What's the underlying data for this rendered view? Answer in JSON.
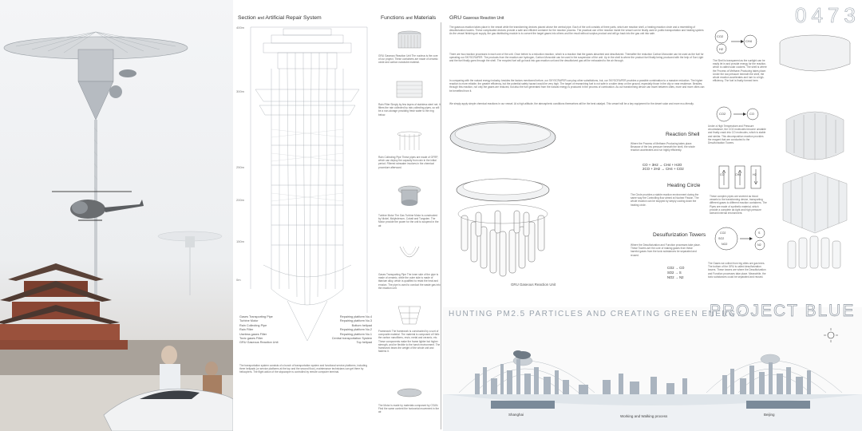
{
  "number": "0473",
  "section": {
    "title_pre": "Section",
    "title_and": "and",
    "title_post": "Artificial Repair System",
    "heights": [
      "400m",
      "300m",
      "250m",
      "200m",
      "150m",
      "0m"
    ]
  },
  "legend": {
    "left": [
      "Gases Transporting Pipe",
      "Turbine Motor",
      "Rain Collecting Pipe",
      "Rain Filter",
      "Useless gases Filter",
      "Toxic gases Filter",
      "GRU Gaseous Reaction Unit"
    ],
    "right": [
      "Repairing platform No.4",
      "Repairing platform No.3",
      "Bottom helipad",
      "Repairing platform No.2",
      "Repairing platform No.1",
      "Central transportation System",
      "Top helipad"
    ]
  },
  "section_text": "The transportation system consists of a bunch of transportation system and functional service platforms, including three helipads (or service platforms at the top and the second floor), maintenance technicians can get there by helicopters. The flight action of the skyscraper is controlled by remote computer terminal.",
  "functions": {
    "title_pre": "Functions",
    "title_and": "and",
    "title_post": "Materials",
    "items": [
      "GRU Gaseous Reaction Unit The nucleus is the core of our project. These containers are made of ceramic oxide and carbon nanotube material.",
      "Rain Filter Simply by few layers of stainless steel net. It filters the rain collected by rain-collecting pipes, so will be a non-storage providing fresh water to the ring below.",
      "Rain Collecting Pipe These pipes are made of GFRP, which can deploy the capacity from rain in the initial period. Filtered rainwater involves in the chemical procedure afterward.",
      "Turbine Motor The Gas Turbine Motor is constructed by Nickel, Molybdenum, Cobalt and Tungsten. The Motor provide the power for the unit to suspend in the air.",
      "Gases Transporting Pipe The inner side of the pipe is made of ceramic, while the outer side is made of titanium alloy, which is qualified to resist the heat and erosion. The pipe is used to conduct the waste gas into the reaction unit.",
      "Framework The framework is constructed by a sort of composite material. The material is composed of Helix the carbon nanofibers, resin, metal and ceramic, etc. These components make the frame lighter but higher strength, and be flexible to the harsh environment. The framework bears the weight of the whole unit and fastens it.",
      "The Motor is made by materials composed by CSUN. Find the same content the horizontal movement in the air."
    ]
  },
  "gru": {
    "title": "GRU",
    "title_post": "Gaseous Reaction Unit",
    "paragraphs": [
      "The gaseous reaction takes place in the vessel while the transforming devices placed above the central pipe. Each of the unit consists of three parts, which are reaction shell, a heating reaction circle and a resembling of desulfurization towers. These complicated devices provide a safe and efficient container for the reaction process. The practical use of the reaction inside the vessel can be finally used in public transportation and heating system. As the vessel finishing air supply, the gas distributing module is to convert the target gases into others and the result without surplus product and will go back into the gas unit into safe.",
      "There are two reaction processes in each one of the unit. Once before is a reduction reaction, which is a reaction that the gases absorbed and desulfurized. Thereafter the reduction Carbon Monoxide can be used as the fuel for operating our SKYSCRAPER. The products from the reaction are hydrogen, Carbon Monoxide can be used in the suspension of the unit. Up in the shell is where the product fuel finally being produced with the help of Sun Light and the fuel finally goes through the shell. The recycled fuel will go back into gas reaction unit and the desulfurized gas will be exhausted to the air through.",
      "In comparing with the natural energy industry, besides the factors mentioned before, our SKYSCRAPER can play other substitutions, but, our SKYSCRAPER provides a possible combination to a massive reduction. The higher reaction is more reliable, the greater efficiency, but the potential safety hazard would be very high. The target of researching fuel is not safe in a wider deep on the ground, especially those in the city or near residence. Besides, through this reaction, not only the gases are reduced, but also the fuel generated from the natural energy is produced in the process of combustion. As our transforming device can travel between cities, more and more cities can be benefited from it.",
      "We simply apply simple chemical reactions in our vessel. At a high altitude, the atmospheric conditions themselves will be the best catalyst. This vessel will be a key equipment for the desert solar and more eco-friendly."
    ],
    "bottom_label_pre": "GRU",
    "bottom_label_post": "Gaseous Reaction Unit"
  },
  "reaction_shell": {
    "title": "Reaction Shell",
    "text": "Where the Process of Methane-Producing takes place. Because of the low pressure beneath the shell, the whole reaction accelerates and run highly efficiently.",
    "eq1_left": "CO + 3H2",
    "eq1_right": "CH4 + H2O",
    "eq2_left": "2CO + 2H2",
    "eq2_right": "CH4 + CO2"
  },
  "heating_circle": {
    "title": "Heating Circle",
    "text": "The Circle provides a stable reaction environment during the same way the Controlling flow aimed at Nuclear Fission. The whole reaction can be stopped by simply cooling down the heating circle."
  },
  "desulf": {
    "title": "Desulfurization Towers",
    "text": "Where the Desulfurization and Function processes take place. These Towers are the core of making gases from these harmful gases from the toxic substances be separated and reused.",
    "eq1_left": "CO2",
    "eq1_right": "CO",
    "eq2_left": "SO2",
    "eq2_right": "S",
    "eq3_left": "NO2",
    "eq3_right": "N2"
  },
  "right_notes": [
    "The Shell is transparent as the sunlight can be easily let in and provide energy for the reaction, which is called solar cookers. The shell is where the Process of Methane-Producing takes place. Under the low pressure beneath the shell, the whole reaction accelerates and turn to a high-efficiency. The fuel is finally formed here.",
    "Under a High Temperature and Pressure circumstance, the CO2 molecules become unstable and finally crack into CO molecules, which is stable and similar. This decomposition reaction provides the reagent that are conducted to the Desulfurization Towers.",
    "These complex pipes are severed as blood vessels to the transforming device, transporting different gases to different reaction containers. The Pipes are made of synthetic material, which provide a complete air-tight and high pressure tolerant internal environment.",
    "The Gases we collect from big cities are gas trees. The bottom of the GRU is called desulfurization towers. These towers are where the Desulfurization and Function processes take place. Meanwhile, the toxic substances could be separated and reused."
  ],
  "icons": [
    {
      "a": "CO2",
      "b": "H2",
      "c": "CH4"
    },
    {
      "a": "CO2",
      "b": "CO"
    },
    {
      "a": "CO",
      "b": "CH4",
      "c": "H2"
    },
    {
      "a": "CO2",
      "b": "SO2",
      "c": "NO2",
      "d": "S",
      "e": "N2"
    }
  ],
  "banner": {
    "subtitle": "HUNTING PM2.5 PARTICLES AND CREATING GREEN ENERGY",
    "title": "PROJECT BLUE",
    "city_left": "Shanghai",
    "city_mid": "Working and Walking process",
    "city_right": "Beijing"
  }
}
